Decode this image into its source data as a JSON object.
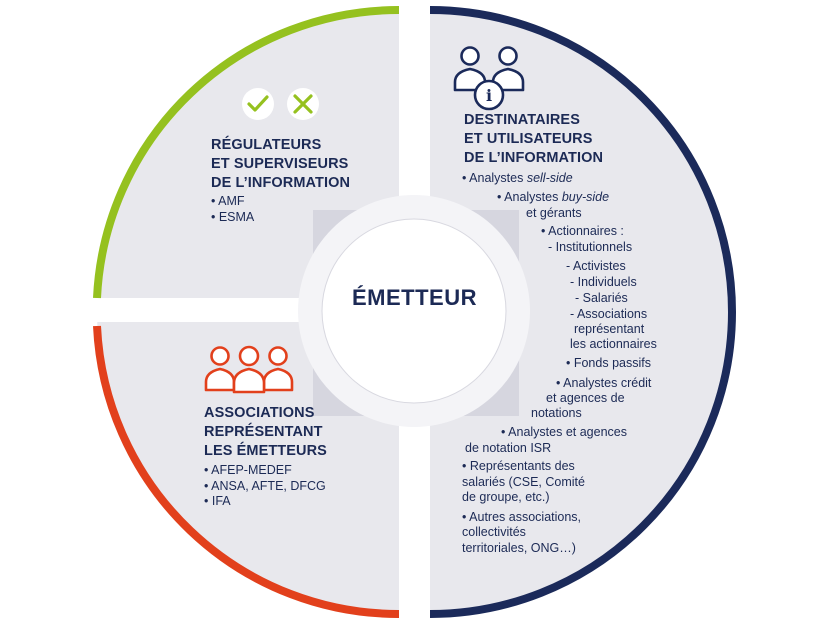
{
  "center": {
    "label": "ÉMETTEUR"
  },
  "colors": {
    "green": "#95c11f",
    "orange": "#e2401c",
    "navy": "#1b2a5a",
    "quadrant_bg": "#e8e8ed"
  },
  "top_left": {
    "icons": [
      "check-icon",
      "cross-icon"
    ],
    "heading": [
      "RÉGULATEURS",
      "ET SUPERVISEURS",
      "DE L’INFORMATION"
    ],
    "items": [
      "• AMF",
      "• ESMA"
    ]
  },
  "bottom_left": {
    "icon": "people-group-icon",
    "heading": [
      "ASSOCIATIONS",
      "REPRÉSENTANT",
      "LES ÉMETTEURS"
    ],
    "items": [
      "• AFEP-MEDEF",
      "• ANSA, AFTE, DFCG",
      "• IFA"
    ]
  },
  "right": {
    "icon": "people-info-icon",
    "heading": [
      "DESTINATAIRES",
      "ET UTILISATEURS",
      "DE L’INFORMATION"
    ],
    "items": [
      {
        "pre": "• Analystes ",
        "em": "sell-side",
        "post": ""
      },
      {
        "pre": "• Analystes ",
        "em": "buy-side",
        "post": ""
      },
      {
        "pre": "et gérants",
        "em": "",
        "post": ""
      },
      {
        "pre": "• Actionnaires :",
        "em": "",
        "post": ""
      },
      {
        "pre": "- Institutionnels",
        "em": "",
        "post": ""
      },
      {
        "pre": "- Activistes",
        "em": "",
        "post": ""
      },
      {
        "pre": "- Individuels",
        "em": "",
        "post": ""
      },
      {
        "pre": "- Salariés",
        "em": "",
        "post": ""
      },
      {
        "pre": "- Associations",
        "em": "",
        "post": ""
      },
      {
        "pre": "représentant",
        "em": "",
        "post": ""
      },
      {
        "pre": "les actionnaires",
        "em": "",
        "post": ""
      },
      {
        "pre": "• Fonds passifs",
        "em": "",
        "post": ""
      },
      {
        "pre": "• Analystes crédit",
        "em": "",
        "post": ""
      },
      {
        "pre": "et agences de",
        "em": "",
        "post": ""
      },
      {
        "pre": "notations",
        "em": "",
        "post": ""
      },
      {
        "pre": "• Analystes et agences",
        "em": "",
        "post": ""
      },
      {
        "pre": "de notation ISR",
        "em": "",
        "post": ""
      },
      {
        "pre": "• Représentants des",
        "em": "",
        "post": ""
      },
      {
        "pre": "salariés (CSE, Comité",
        "em": "",
        "post": ""
      },
      {
        "pre": "de groupe, etc.)",
        "em": "",
        "post": ""
      },
      {
        "pre": "• Autres associations,",
        "em": "",
        "post": ""
      },
      {
        "pre": "collectivités",
        "em": "",
        "post": ""
      },
      {
        "pre": "territoriales, ONG…)",
        "em": "",
        "post": ""
      }
    ]
  }
}
